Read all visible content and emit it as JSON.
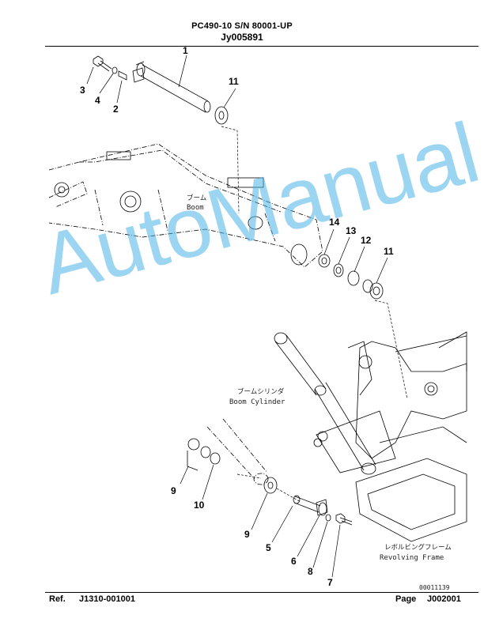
{
  "header": {
    "model": "PC490-10 S/N 80001-UP",
    "code": "Jy005891"
  },
  "diagram": {
    "labels": {
      "boom_jp": "ブーム",
      "boom_en": "Boom",
      "cylinder_jp": "ブームシリンダ",
      "cylinder_en": "Boom Cylinder",
      "frame_jp": "レボルビングフレーム",
      "frame_en": "Revolving Frame"
    },
    "callouts": {
      "c1": "1",
      "c2": "2",
      "c3": "3",
      "c4": "4",
      "c5": "5",
      "c6": "6",
      "c7": "7",
      "c8": "8",
      "c9a": "9",
      "c9b": "9",
      "c10": "10",
      "c11a": "11",
      "c11b": "11",
      "c12": "12",
      "c13": "13",
      "c14": "14"
    },
    "figure_number": "00011139"
  },
  "watermark": "AutoManual",
  "footer": {
    "ref_label": "Ref.",
    "ref_value": "J1310-001001",
    "page_label": "Page",
    "page_value": "J002001"
  }
}
